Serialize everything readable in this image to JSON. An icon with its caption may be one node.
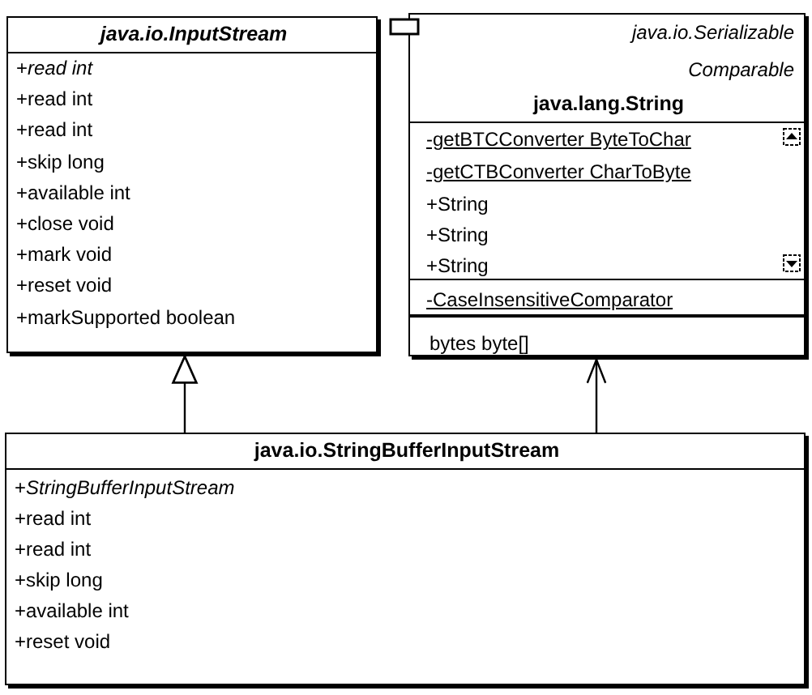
{
  "diagram": {
    "nodes": [
      {
        "text": [
          "java.io.InputStream",
          "+*read int*",
          "+read int",
          "+read int",
          "+skip long",
          "+available int",
          "+close void",
          "+mark void",
          "+reset void",
          "+markSupported boolean"
        ]
      },
      {
        "text": [
          "java.io.Serializable",
          "Comparable",
          "java.lang.String",
          "-getBTCConverter ByteToChar",
          "-getCTBConverter CharToByte",
          "+String",
          "+String",
          "+String",
          "-CaseInsensitiveComparator",
          "bytes byte[]"
        ]
      },
      {
        "text": [
          "java.io.StringBufferInputStream",
          "+*StringBufferInputStream*",
          "+read int",
          "+read int",
          "+skip long",
          "+available int",
          "+reset void"
        ]
      }
    ],
    "edges": [
      {
        "from": 2,
        "to": 0,
        "arrow": "to"
      },
      {
        "from": 2,
        "to": 1,
        "arrow": "to"
      }
    ]
  }
}
